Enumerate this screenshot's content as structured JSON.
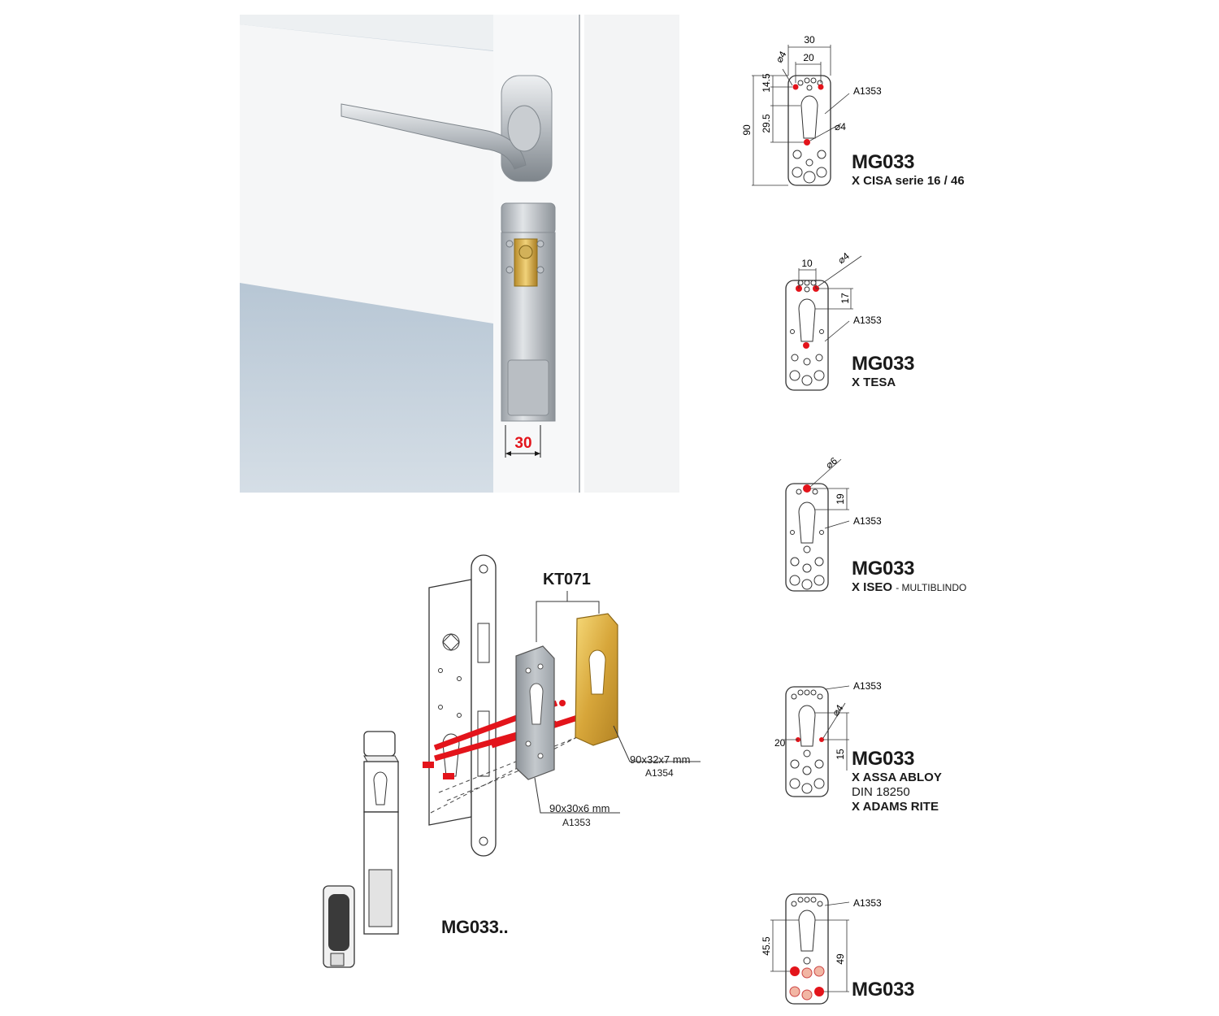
{
  "photo": {
    "width_label": "30"
  },
  "exploded": {
    "kit_label": "KT071",
    "plate_dims": "90x32x7 mm",
    "plate_code": "A1354",
    "backplate_dims": "90x30x6 mm",
    "backplate_code": "A1353",
    "product_label": "MG033.."
  },
  "variants": [
    {
      "title": "MG033",
      "line1": "X CISA serie 16 / 46",
      "dims": [
        "30",
        "20",
        "14.5",
        "29.5",
        "90",
        "4",
        "4"
      ],
      "part": "A1353"
    },
    {
      "title": "MG033",
      "line1": "X TESA",
      "dims": [
        "10",
        "4",
        "17"
      ],
      "part": "A1353"
    },
    {
      "title": "MG033",
      "line1": "X ISEO",
      "line1_suffix": "- MULTIBLINDO",
      "dims": [
        "6",
        "19"
      ],
      "part": "A1353"
    },
    {
      "title": "MG033",
      "line1": "X ASSA ABLOY",
      "line2": "DIN 18250",
      "line3": "X ADAMS RITE",
      "dims": [
        "20",
        "4",
        "15"
      ],
      "part": "A1353"
    },
    {
      "title": "MG033",
      "dims": [
        "45.5",
        "49"
      ],
      "part": "A1353"
    }
  ],
  "colors": {
    "hole_red": "#e3141b",
    "gold": "#d7a63a",
    "dim_red": "#e3141b"
  }
}
